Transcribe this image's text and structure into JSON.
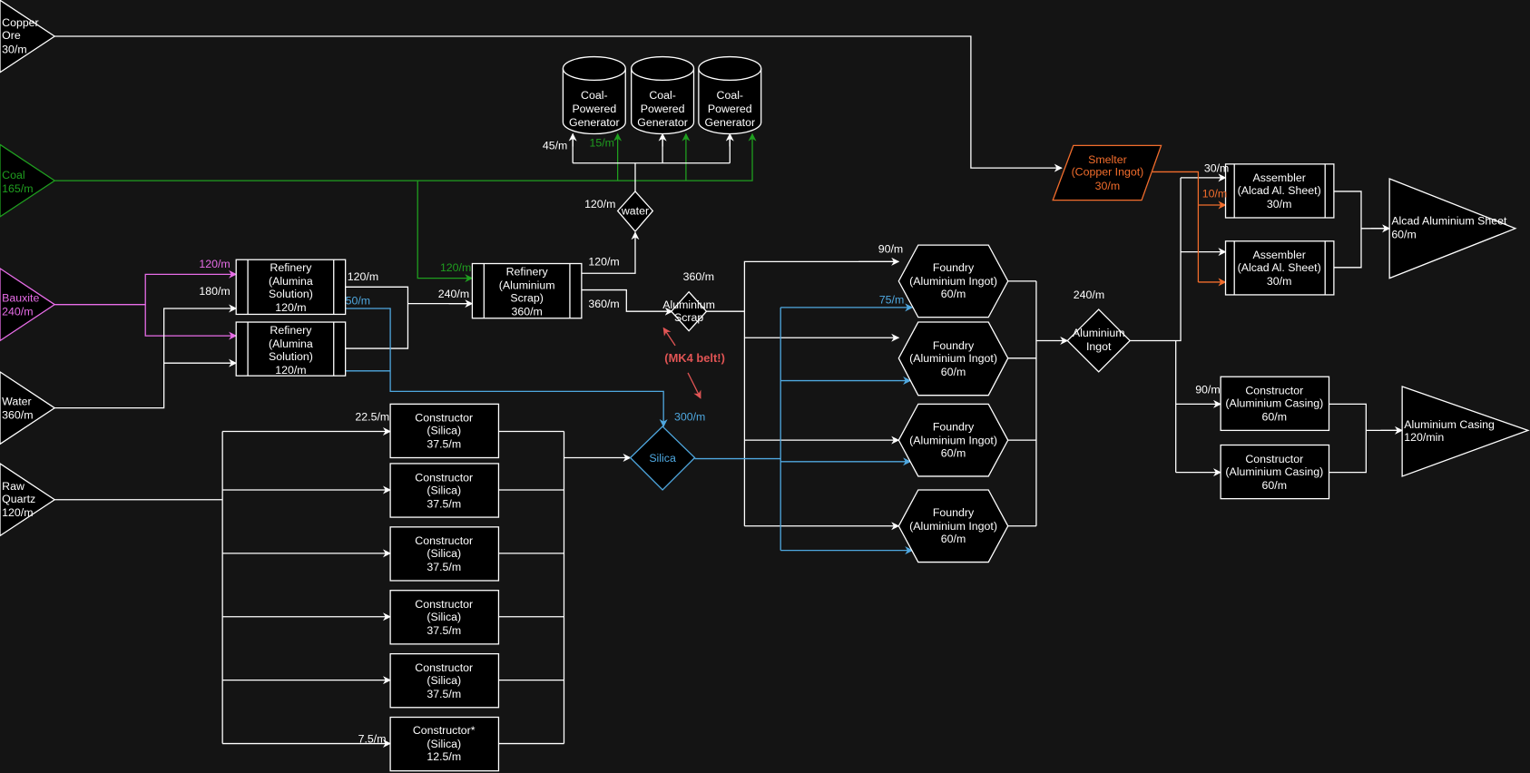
{
  "title": "Aluminium Production Flow",
  "colors": {
    "background": "#141414",
    "default": "#ffffff",
    "coal": "#1f9e1f",
    "bauxite": "#e86de8",
    "silica": "#4fa8e0",
    "copper_ingot": "#f26d2c",
    "warning": "#e05454"
  },
  "inputs": {
    "copper_ore": [
      "Copper",
      "Ore",
      "30/m"
    ],
    "coal": [
      "Coal",
      "165/m"
    ],
    "bauxite": [
      "Bauxite",
      "240/m"
    ],
    "water": [
      "Water",
      "360/m"
    ],
    "raw_quartz": [
      "Raw",
      "Quartz",
      "120/m"
    ]
  },
  "outputs": {
    "alcad_sheet": [
      "Alcad Aluminium Sheet",
      "60/m"
    ],
    "aluminium_casing": [
      "Aluminium Casing",
      "120/min"
    ]
  },
  "generators": [
    [
      "Coal-",
      "Powered",
      "Generator"
    ],
    [
      "Coal-",
      "Powered",
      "Generator"
    ],
    [
      "Coal-",
      "Powered",
      "Generator"
    ]
  ],
  "refineries_alumina": [
    [
      "Refinery",
      "(Alumina",
      "Solution)",
      "120/m"
    ],
    [
      "Refinery",
      "(Alumina",
      "Solution)",
      "120/m"
    ]
  ],
  "refinery_scrap": [
    "Refinery",
    "(Aluminium",
    "Scrap)",
    "360/m"
  ],
  "constructors_silica": [
    [
      "Constructor",
      "(Silica)",
      "37.5/m"
    ],
    [
      "Constructor",
      "(Silica)",
      "37.5/m"
    ],
    [
      "Constructor",
      "(Silica)",
      "37.5/m"
    ],
    [
      "Constructor",
      "(Silica)",
      "37.5/m"
    ],
    [
      "Constructor",
      "(Silica)",
      "37.5/m"
    ],
    [
      "Constructor*",
      "(Silica)",
      "12.5/m"
    ]
  ],
  "foundries": [
    [
      "Foundry",
      "(Aluminium Ingot)",
      "60/m"
    ],
    [
      "Foundry",
      "(Aluminium Ingot)",
      "60/m"
    ],
    [
      "Foundry",
      "(Aluminium Ingot)",
      "60/m"
    ],
    [
      "Foundry",
      "(Aluminium Ingot)",
      "60/m"
    ]
  ],
  "smelter": [
    "Smelter",
    "(Copper Ingot)",
    "30/m"
  ],
  "assemblers": [
    [
      "Assembler",
      "(Alcad Al. Sheet)",
      "30/m"
    ],
    [
      "Assembler",
      "(Alcad Al. Sheet)",
      "30/m"
    ]
  ],
  "constructors_casing": [
    [
      "Constructor",
      "(Aluminium Casing)",
      "60/m"
    ],
    [
      "Constructor",
      "(Aluminium Casing)",
      "60/m"
    ]
  ],
  "hubs": {
    "water": "water",
    "aluminium_scrap": [
      "Aluminium",
      "Scrap"
    ],
    "silica": "Silica",
    "aluminium_ingot": [
      "Aluminium",
      "Ingot"
    ]
  },
  "rates": {
    "gen_water": "45/m",
    "gen_coal": "15/m",
    "water_hub": "120/m",
    "bauxite_in": "120/m",
    "water_in": "180/m",
    "alumina_out": "120/m",
    "silica_byproduct": "50/m",
    "coal_to_scrap": "120/m",
    "alumina_to_scrap": "240/m",
    "scrap_water_out": "120/m",
    "scrap_out": "360/m",
    "scrap_hub": "360/m",
    "foundry_scrap": "90/m",
    "foundry_silica": "75/m",
    "silica_hub": "300/m",
    "quartz_per_constructor": "22.5/m",
    "quartz_last": "7.5/m",
    "ingot_hub": "240/m",
    "assembler_ingot": "30/m",
    "assembler_copper": "10/m",
    "casing_ingot": "90/m"
  },
  "annotation": "(MK4 belt!)"
}
